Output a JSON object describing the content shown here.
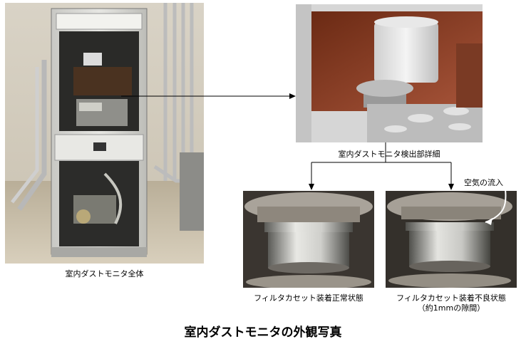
{
  "photos": {
    "whole": {
      "caption": "室内ダストモニタ全体"
    },
    "detector": {
      "caption": "室内ダストモニタ検出部詳細"
    },
    "filter_ok": {
      "caption": "フィルタカセット装着正常状態"
    },
    "filter_bad": {
      "caption_line1": "フィルタカセット装着不良状態",
      "caption_line2": "（約1mmの隙間）"
    }
  },
  "annotations": {
    "airflow": "空気の流入"
  },
  "title": "室内ダストモニタの外観写真"
}
